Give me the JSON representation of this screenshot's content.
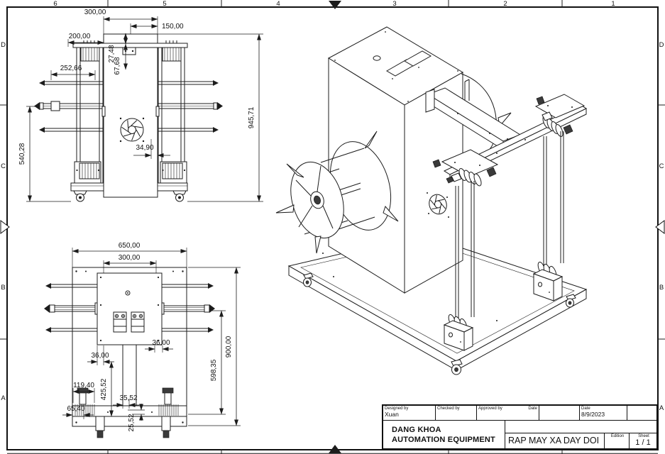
{
  "sheet": {
    "grid_top": [
      "6",
      "5",
      "4",
      "3",
      "2",
      "1"
    ],
    "grid_left": [
      "D",
      "C",
      "B",
      "A"
    ],
    "grid_right": [
      "D",
      "C",
      "B",
      "A"
    ]
  },
  "front_view": {
    "dims": {
      "cap_width": "300,00",
      "cap_half": "150,00",
      "plate_left": "200,00",
      "arm_length": "252,66",
      "bracket_top": "27,48",
      "bracket_bottom": "67,68",
      "overall_height": "945,71",
      "arm_to_floor": "540,28",
      "fan_offset": "34,90"
    }
  },
  "plan_view": {
    "dims": {
      "plate_width": "650,00",
      "body_width": "300,00",
      "rail_offset_left": "36,00",
      "rail_offset_right": "36,00",
      "plate_length": "900,00",
      "rod_to_edge": "598,35",
      "center_to_edge": "425,52",
      "block_width": "119,40",
      "bolt_inset": "65,40",
      "slot_width": "35,52",
      "slot_depth": "25,52"
    }
  },
  "title_block": {
    "designed_by": {
      "label": "Designed by",
      "value": "Xuan"
    },
    "checked_by": {
      "label": "Checked by",
      "value": ""
    },
    "approved_by": {
      "label": "Approved by",
      "date_label": "Date",
      "value": ""
    },
    "date": {
      "label": "Date",
      "value": "8/9/2023"
    },
    "company": {
      "line1": "DANG KHOA",
      "line2": "AUTOMATION EQUIPMENT"
    },
    "drawing_title": "RAP MAY XA DAY DOI",
    "edition": {
      "label": "Edition",
      "value": ""
    },
    "sheet_cell": {
      "label": "Sheet",
      "value": "1 / 1"
    }
  }
}
